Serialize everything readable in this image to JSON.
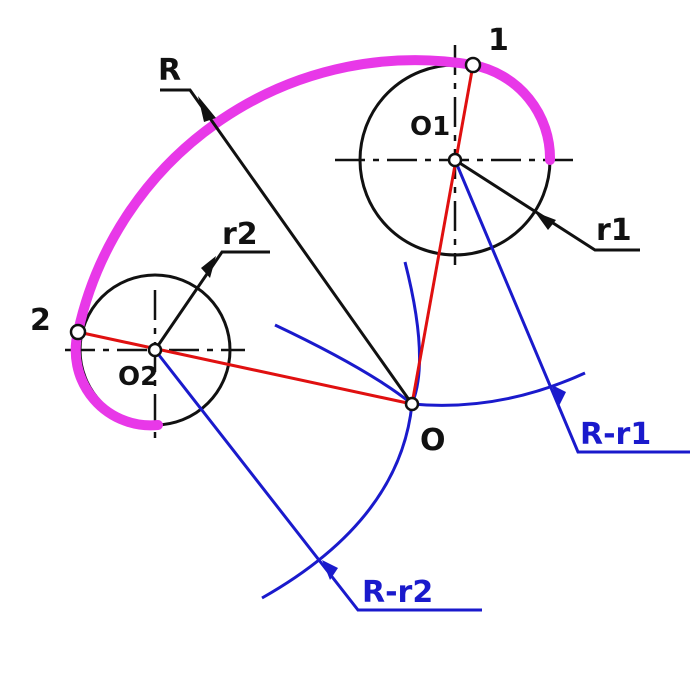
{
  "colors": {
    "arc": "#e838e8",
    "radius_line": "#e01010",
    "construction": "#1a1acc",
    "outline": "#111111",
    "background": "#ffffff"
  },
  "labels": {
    "R": "R",
    "r1": "r1",
    "r2": "r2",
    "O1": "O1",
    "O2": "O2",
    "O": "O",
    "point1": "1",
    "point2": "2",
    "R_minus_r1": "R-r1",
    "R_minus_r2": "R-r2"
  }
}
